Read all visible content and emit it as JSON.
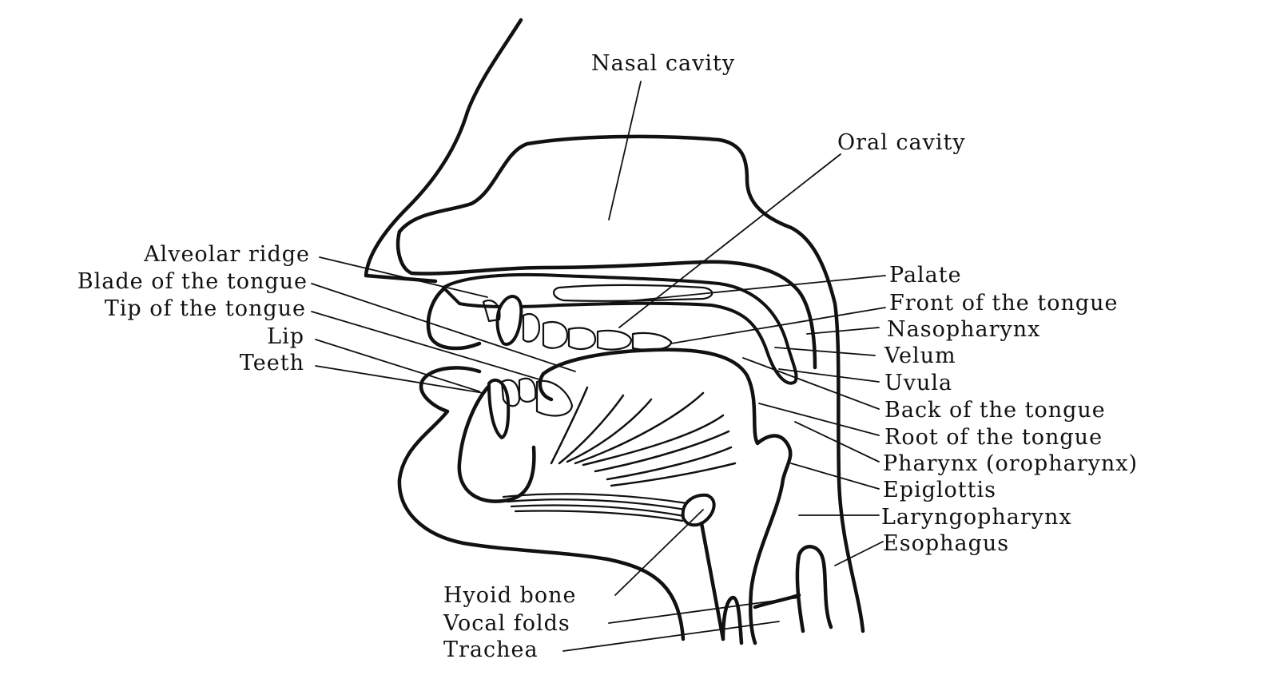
{
  "labels": {
    "nasal_cavity": "Nasal cavity",
    "oral_cavity": "Oral cavity",
    "alveolar_ridge": "Alveolar ridge",
    "blade_of_tongue": "Blade of the tongue",
    "tip_of_tongue": "Tip of the tongue",
    "lip": "Lip",
    "teeth": "Teeth",
    "palate": "Palate",
    "front_of_tongue": "Front of the tongue",
    "nasopharynx": "Nasopharynx",
    "velum": "Velum",
    "uvula": "Uvula",
    "back_of_tongue": "Back of the tongue",
    "root_of_tongue": "Root of the tongue",
    "pharynx": "Pharynx (oropharynx)",
    "epiglottis": "Epiglottis",
    "laryngopharynx": "Laryngopharynx",
    "esophagus": "Esophagus",
    "hyoid_bone": "Hyoid bone",
    "vocal_folds": "Vocal folds",
    "trachea": "Trachea"
  }
}
